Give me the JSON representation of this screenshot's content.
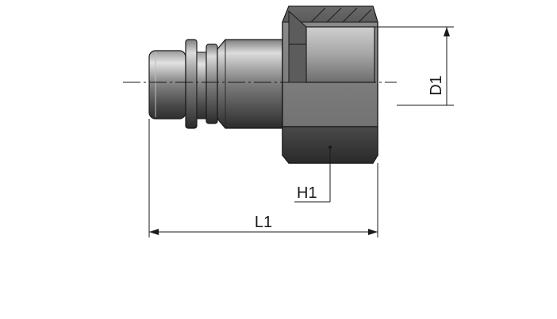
{
  "dimensions": {
    "diameter_label": "D1",
    "hex_label": "H1",
    "length_label": "L1"
  },
  "colors": {
    "line": "#1a1a1a",
    "metal_dark": "#3a3a3a",
    "metal_mid": "#8c8c8c",
    "metal_light": "#d8d8d8",
    "background": "#ffffff"
  }
}
